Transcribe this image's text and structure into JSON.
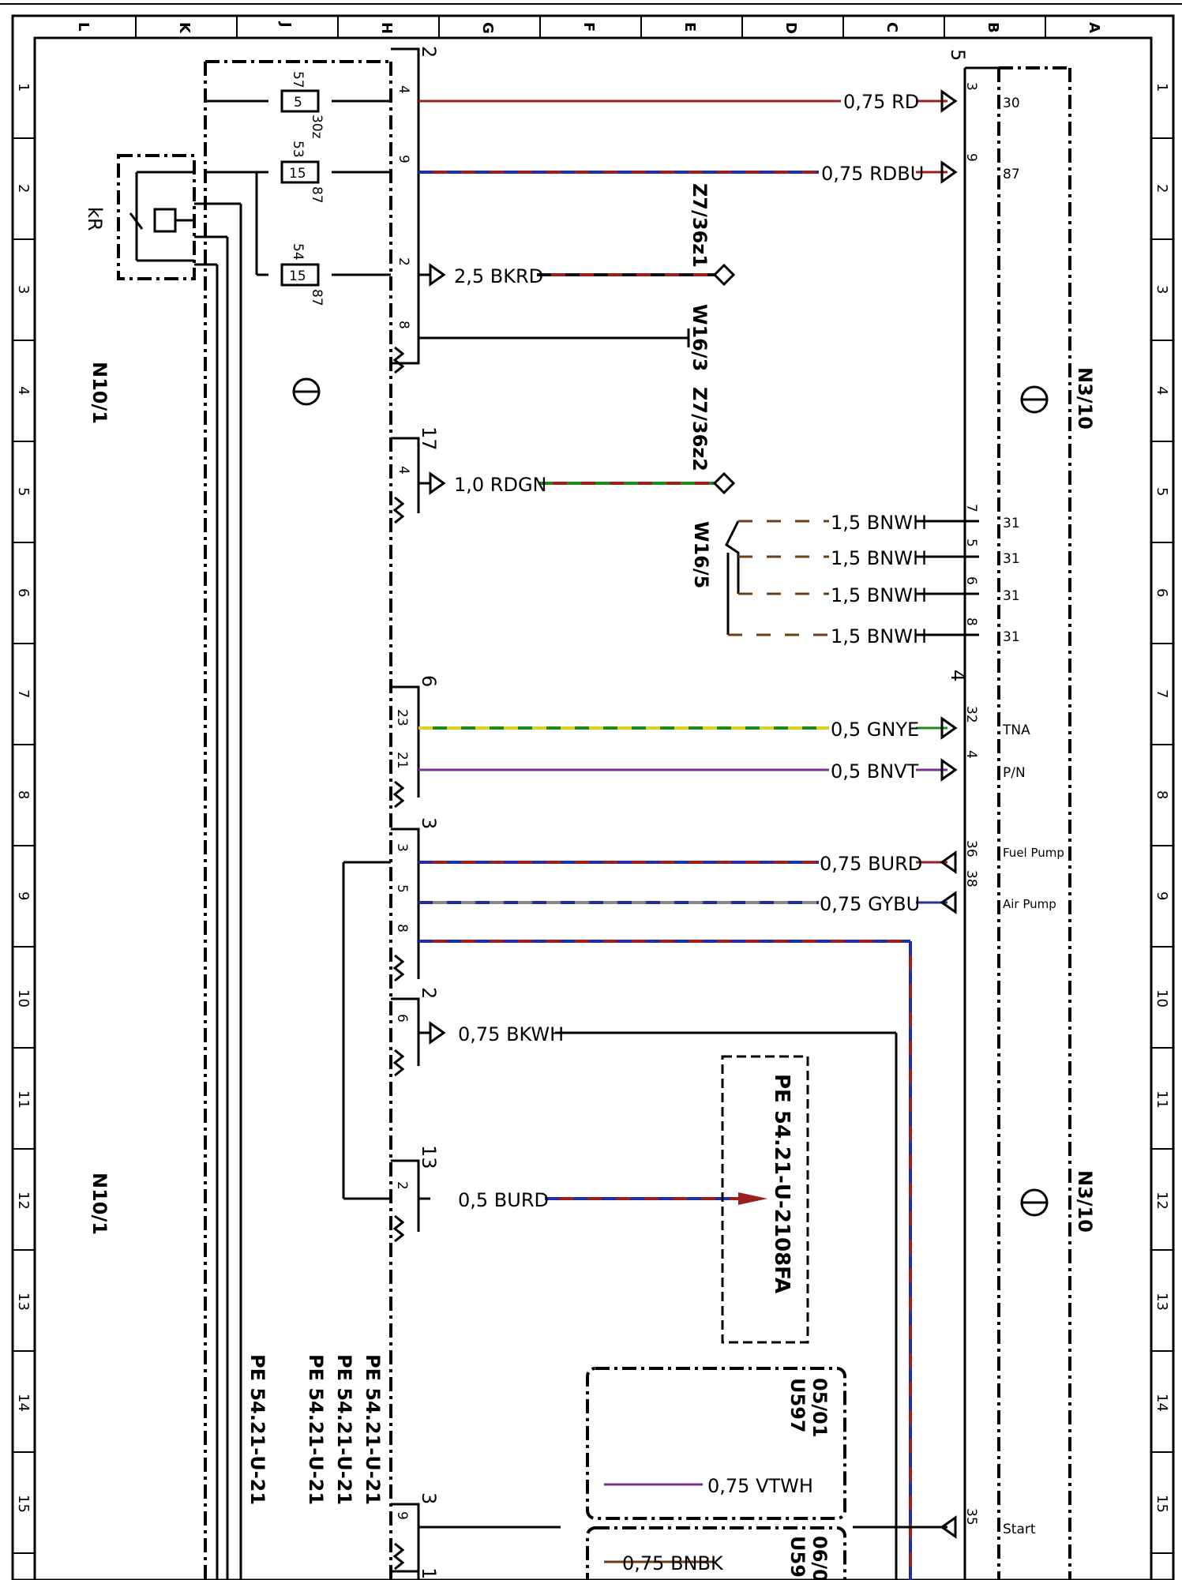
{
  "grid": {
    "columns": [
      "L",
      "K",
      "J",
      "H",
      "G",
      "F",
      "E",
      "D",
      "C",
      "B",
      "A"
    ],
    "rows": [
      "1",
      "2",
      "3",
      "4",
      "5",
      "6",
      "7",
      "8",
      "9",
      "10",
      "11",
      "12",
      "13",
      "14",
      "15"
    ]
  },
  "components": {
    "n10_1_top": "N10/1",
    "n10_1_bottom": "N10/1",
    "n3_10_top": "N3/10",
    "n3_10_bottom": "N3/10",
    "relay": "kR",
    "z7_36z1": "Z7/36z1",
    "w16_3": "W16/3",
    "z7_36z2": "Z7/36z2",
    "w16_5": "W16/5"
  },
  "connectors_left": {
    "c2": "2",
    "c17": "17",
    "c6": "6",
    "c3": "3",
    "c2b": "2",
    "c13": "13",
    "c3b": "3",
    "c1": "1"
  },
  "connectors_right": {
    "c5": "5",
    "c4": "4"
  },
  "fuses": [
    {
      "value": "5",
      "top": "57",
      "side": "30z"
    },
    {
      "value": "15",
      "top": "53",
      "side": "87"
    },
    {
      "value": "15",
      "top": "54",
      "side": "87"
    }
  ],
  "wires": [
    {
      "left_pin": "4",
      "label": "0,75 RD",
      "right_pin": "3",
      "terminal": "30"
    },
    {
      "left_pin": "9",
      "label": "0,75 RDBU",
      "right_pin": "9",
      "terminal": "87"
    },
    {
      "left_pin": "2",
      "label": "2,5 BKRD"
    },
    {
      "left_pin": "8"
    },
    {
      "left_pin": "4",
      "label": "1,0 RDGN"
    },
    {
      "label": "1,5 BNWH",
      "right_pin": "7",
      "terminal": "31"
    },
    {
      "label": "1,5 BNWH",
      "right_pin": "5",
      "terminal": "31"
    },
    {
      "label": "1,5 BNWH",
      "right_pin": "6",
      "terminal": "31"
    },
    {
      "label": "1,5 BNWH",
      "right_pin": "8",
      "terminal": "31"
    },
    {
      "left_pin": "23",
      "label": "0,5 GNYE",
      "right_pin": "32",
      "terminal": "TNA"
    },
    {
      "left_pin": "21",
      "label": "0,5 BNVT",
      "right_pin": "4",
      "terminal": "P/N"
    },
    {
      "left_pin": "3",
      "label": "0,75 BURD",
      "right_pin": "36",
      "terminal": "Fuel Pump"
    },
    {
      "left_pin": "5",
      "label": "0,75 GYBU",
      "right_pin": "38",
      "terminal": "Air Pump"
    },
    {
      "left_pin": "8"
    },
    {
      "left_pin": "6",
      "label": "0,75 BKWH"
    },
    {
      "left_pin": "2",
      "label": "0,5 BURD"
    },
    {
      "left_pin": "9",
      "right_pin": "35",
      "terminal": "Start"
    }
  ],
  "references": {
    "pe_main": "PE 54.21-U-2108FA",
    "pe_stack": [
      "PE 54.21-U-21",
      "PE 54.21-U-21",
      "PE 54.21-U-21",
      "PE 54.21-U-21"
    ],
    "box_u597_ref": "05/01",
    "box_u597_id": "U597",
    "box_u597_wire": "0,75 VTWH",
    "box_u59x_ref": "06/0",
    "box_u59x_id": "U59",
    "box_u59x_wire": "0,75 BNBK"
  },
  "colors": {
    "RD": "#9a1f1f",
    "BU": "#1f2fa3",
    "BK": "#111111",
    "GN": "#1e8a1e",
    "YE": "#d9d21c",
    "BN": "#6b3e16",
    "VT": "#7a2f8f",
    "GY": "#888888",
    "WH": "#ffffff"
  }
}
